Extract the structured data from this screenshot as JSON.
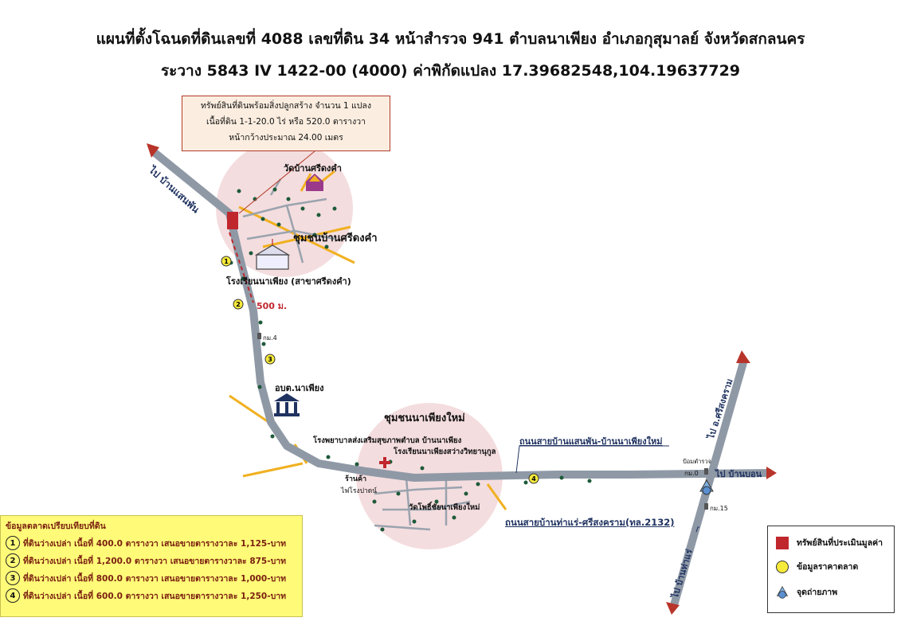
{
  "title_line1": "แผนที่ตั้งโฉนดที่ดินเลขที่ 4088 เลขที่ดิน 34 หน้าสำรวจ 941 ตำบลนาเพียง อำเภอกุสุมาลย์ จังหวัดสกลนคร",
  "title_line2": "ระวาง 5843 IV 1422-00 (4000) ค่าพิกัดแปลง 17.39682548,104.19637729",
  "callout": {
    "line1": "ทรัพย์สินที่ดินพร้อมสิ่งปลูกสร้าง จำนวน 1 แปลง",
    "line2": "เนื้อที่ดิน 1-1-20.0 ไร่ หรือ 520.0 ตารางวา",
    "line3": "หน้ากว้างประมาณ 24.00 เมตร"
  },
  "places": {
    "to_ban_saen_phan": "ไป บ้านแสนพัน",
    "wat": "วัดบ้านศรีดงคำ",
    "community_sridongkham": "ชุมชนบ้านศรีดงคำ",
    "school": "โรงเรียนนาเพียง (สาขาศรีดงคำ)",
    "distance": "500 ม.",
    "km4": "กม.4",
    "obt": "อบต.นาเพียง",
    "community_napiang_mai": "ชุมชนนาเพียงใหม่",
    "hospital": "โรงพยาบาลส่งเสริมสุขภาพตำบล บ้านนาเพียง",
    "school2": "โรงเรียนนาเพียงสว่างวิทยานุกูล",
    "shop": "ร้านค้า",
    "electric": "ไฟโรงปาดน์",
    "wat2": "วัดโพธิ์ชัยนาเพียงใหม่",
    "road1": "ถนนสายบ้านแสนพัน-บ้านนาเพียงใหม่",
    "road2": "ถนนสายบ้านท่าแร่-ศรีสงคราม(ทล.2132)",
    "to_sri_songkhram": "ไป อ.ศรีสงคราม",
    "to_ban_bon": "ไป บ้านบอน",
    "to_ban_tha_rae": "ไป บ้านท่าแร่",
    "police": "ป้อมตำรวจ",
    "km0": "กม.0",
    "km15": "กม.15"
  },
  "market": {
    "header": "ข้อมูลตลาดเปรียบเทียบที่ดิน",
    "rows": [
      {
        "num": "1",
        "text": "ที่ดินว่างเปล่า เนื้อที่ 400.0 ตารางวา เสนอขายตารางวาละ 1,125-บาท"
      },
      {
        "num": "2",
        "text": "ที่ดินว่างเปล่า เนื้อที่ 1,200.0 ตารางวา เสนอขายตารางวาละ 875-บาท"
      },
      {
        "num": "3",
        "text": "ที่ดินว่างเปล่า เนื้อที่ 800.0 ตารางวา เสนอขายตารางวาละ 1,000-บาท"
      },
      {
        "num": "4",
        "text": "ที่ดินว่างเปล่า เนื้อที่ 600.0 ตารางวา เสนอขายตารางวาละ 1,250-บาท"
      }
    ]
  },
  "legend": {
    "property": "ทรัพย์สินที่ประเมินมูลค่า",
    "market_data": "ข้อมูลราคาตลาด",
    "photo_point": "จุดถ่ายภาพ"
  },
  "colors": {
    "road": "#8f99a6",
    "property": "#c0272d",
    "community": "#f3d9dc",
    "secondary_road": "#f0b020",
    "arrow": "#b8342a",
    "market_bg": "#fffb78"
  }
}
